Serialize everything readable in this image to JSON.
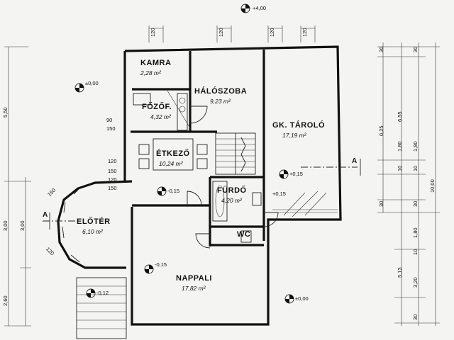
{
  "rooms": [
    {
      "name": "KAMRA",
      "area": "2,28 m²"
    },
    {
      "name": "HÁLÓSZOBA",
      "area": "9,23 m²"
    },
    {
      "name": "FŐZŐF.",
      "area": "4,32 m²"
    },
    {
      "name": "GK. TÁROLÓ",
      "area": "17,19 m²"
    },
    {
      "name": "ÉTKEZŐ",
      "area": "10,24 m²"
    },
    {
      "name": "FÜRDŐ",
      "area": "4,20 m²"
    },
    {
      "name": "ELŐTÉR",
      "area": "6,10 m²"
    },
    {
      "name": "WC",
      "area": ""
    },
    {
      "name": "NAPPALI",
      "area": "17,82 m²"
    }
  ],
  "levels": [
    "+4,00",
    "±0,00",
    "-0,15",
    "+0,15",
    "+0,15",
    "-0,15",
    "-0,12",
    "±0,00"
  ],
  "section_marks": [
    "A",
    "A"
  ],
  "dims_top": [
    "120",
    "120",
    "120",
    "120"
  ],
  "dims_right": [
    "30",
    "0,25",
    "6,55",
    "30",
    "1,80",
    "10",
    "1,80",
    "10",
    "30",
    "10,00",
    "30",
    "1,80",
    "10",
    "5,13",
    "3,20",
    "30"
  ],
  "dims_left": [
    "5,50",
    "3,00",
    "3,00",
    "2,60",
    "90",
    "150",
    "120",
    "150",
    "120",
    "150",
    "150",
    "120"
  ]
}
